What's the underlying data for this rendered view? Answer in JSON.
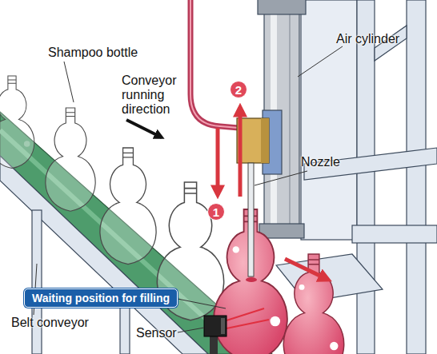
{
  "diagram": {
    "nodes": [
      {
        "text": [
          "2"
        ]
      },
      {
        "text": [
          "1"
        ]
      },
      {
        "text": [
          "Waiting position for filling"
        ]
      }
    ],
    "labels": [
      "Shampoo bottle",
      "Air cylinder",
      "Conveyor running direction",
      "Nozzle",
      "Belt conveyor",
      "Sensor"
    ]
  }
}
